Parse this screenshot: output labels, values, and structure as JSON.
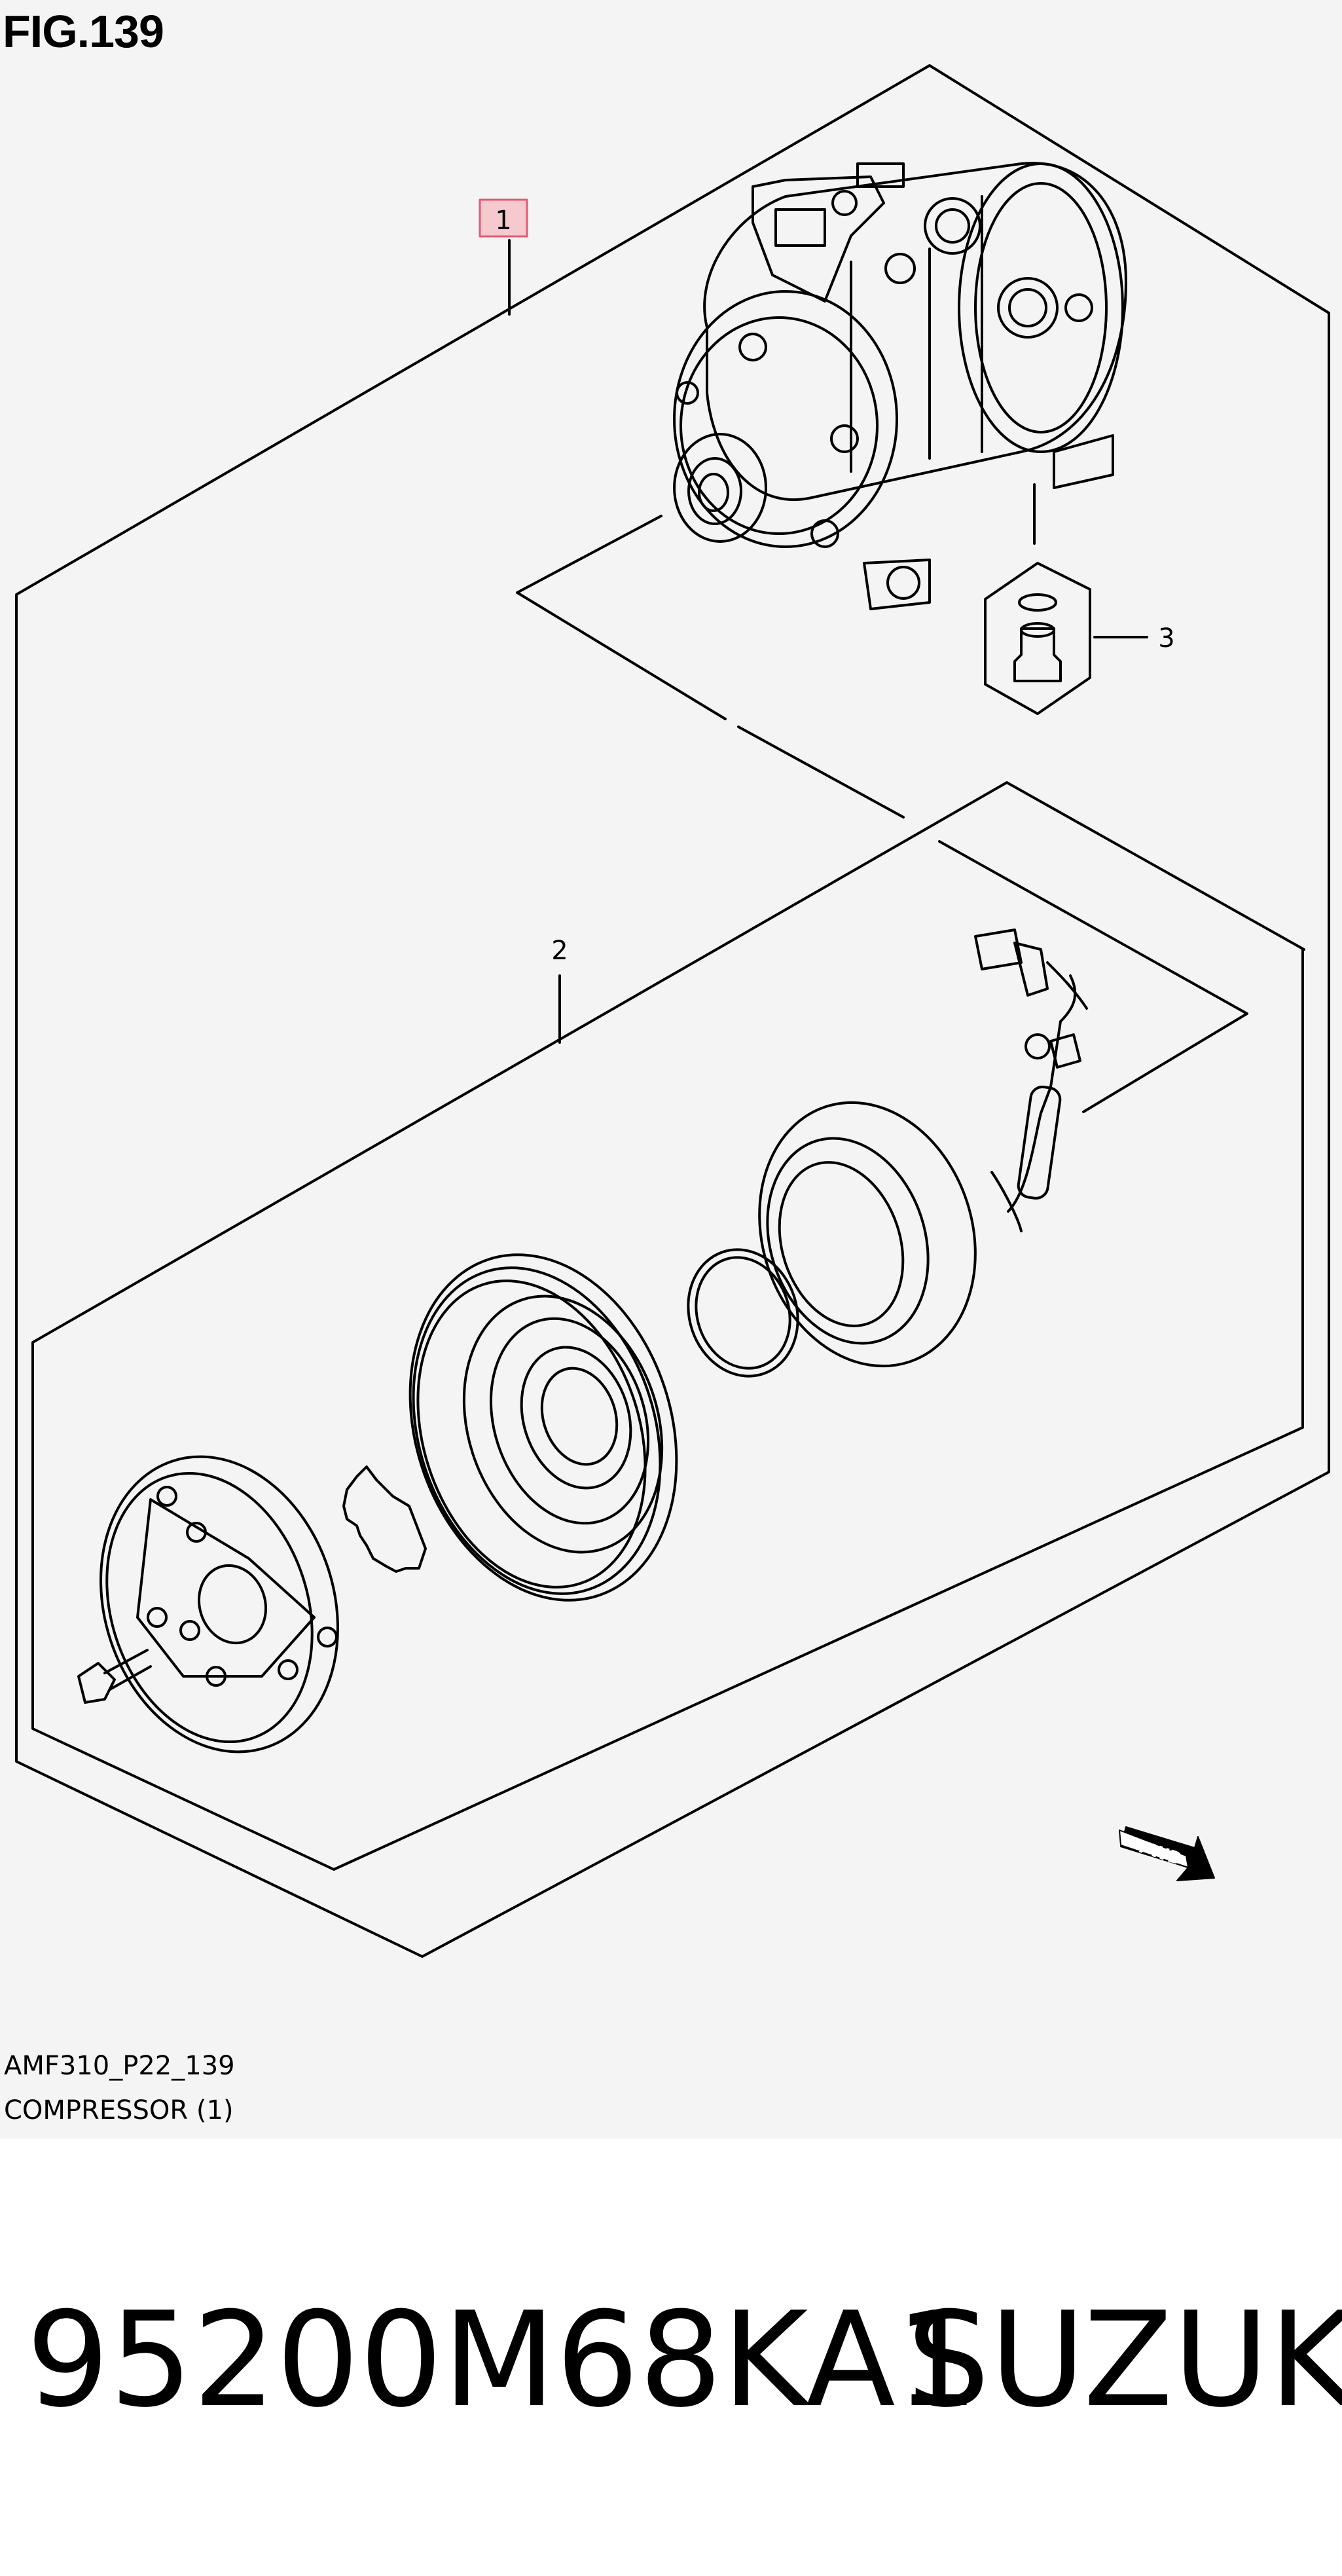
{
  "figure": {
    "title": "FIG.139",
    "code": "AMF310_P22_139",
    "name": "COMPRESSOR (1)"
  },
  "callouts": [
    "1",
    "2",
    "3"
  ],
  "fwd_label": "FWD",
  "part_number": "95200M68KA1",
  "brand": "SUZUKI",
  "colors": {
    "background": "#f4f4f4",
    "line": "#000000",
    "highlight_box": "#f6c9cf",
    "highlight_border": "#e05c74"
  }
}
